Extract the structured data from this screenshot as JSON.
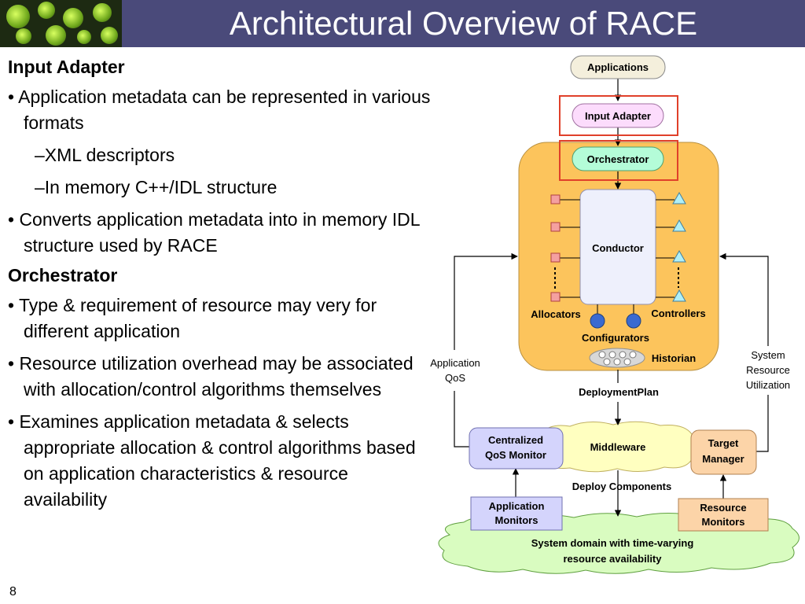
{
  "title": "Architectural Overview of RACE",
  "slide_number": "8",
  "left_text": {
    "heading1": "Input Adapter",
    "bullet1": "• Application metadata can be represented in various formats",
    "sub1": "–XML descriptors",
    "sub2": "–In memory C++/IDL structure",
    "bullet2": "• Converts application metadata into in memory IDL structure used by RACE",
    "heading2": "Orchestrator",
    "bullet3": "• Type & requirement of resource may very for different application",
    "bullet4": "• Resource utilization overhead may be associated with allocation/control algorithms themselves",
    "bullet5": "• Examines application metadata & selects appropriate allocation & control algorithms based on application characteristics & resource availability"
  },
  "diagram": {
    "applications": "Applications",
    "input_adapter": "Input Adapter",
    "orchestrator": "Orchestrator",
    "conductor": "Conductor",
    "allocators": "Allocators",
    "controllers": "Controllers",
    "configurators": "Configurators",
    "historian": "Historian",
    "app_qos_1": "Application",
    "app_qos_2": "QoS",
    "sys_res_1": "System",
    "sys_res_2": "Resource",
    "sys_res_3": "Utilization",
    "deployment_plan": "DeploymentPlan",
    "middleware": "Middleware",
    "qos_monitor_1": "Centralized",
    "qos_monitor_2": "QoS Monitor",
    "target_manager_1": "Target",
    "target_manager_2": "Manager",
    "deploy_components": "Deploy Components",
    "app_monitors_1": "Application",
    "app_monitors_2": "Monitors",
    "res_monitors_1": "Resource",
    "res_monitors_2": "Monitors",
    "system_domain_1": "System domain with time-varying",
    "system_domain_2": "resource availability"
  },
  "colors": {
    "title_bar": "#4a4a7a",
    "race_box": "#fcc45c",
    "highlight": "#e0402a",
    "cloud": "#d9fcc0"
  }
}
